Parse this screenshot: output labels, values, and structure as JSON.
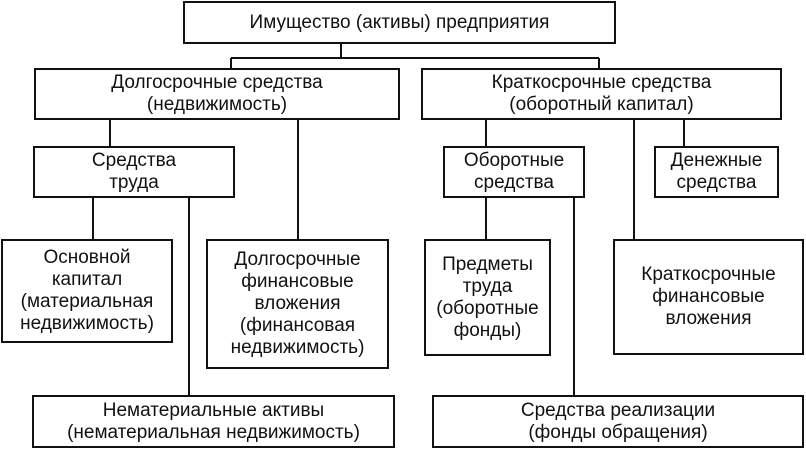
{
  "diagram": {
    "root": "Имущество (активы) предприятия",
    "long_term": "Долгосрочные средства\n(недвижимость)",
    "short_term": "Краткосрочные средства\n(оборотный капитал)",
    "means_of_labor": "Средства\nтруда",
    "working_assets": "Оборотные\nсредства",
    "cash": "Денежные\nсредства",
    "fixed_capital": "Основной\nкапитал\n(материальная\nнедвижимость)",
    "lt_investments": "Долгосрочные\nфинансовые\nвложения\n(финансовая\nнедвижимость)",
    "objects_of_labor": "Предметы\nтруда\n(оборотные\nфонды)",
    "st_investments": "Краткосрочные\nфинансовые\nвложения",
    "intangibles": "Нематериальные активы\n(нематериальная недвижимость)",
    "sales_means": "Средства реализации\n(фонды обращения)"
  },
  "colors": {
    "line": "#111111",
    "background": "#ffffff"
  }
}
